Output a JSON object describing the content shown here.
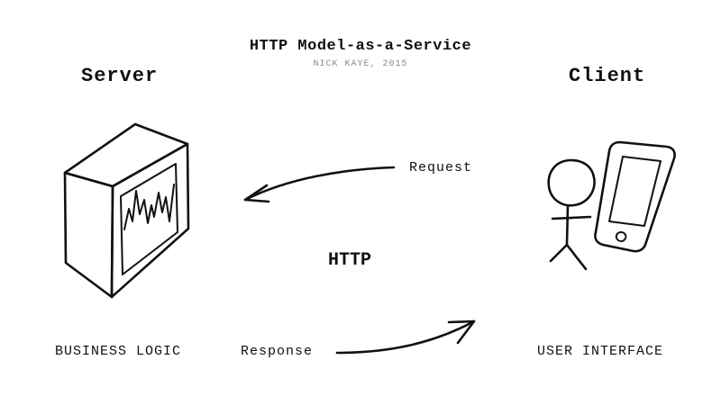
{
  "diagram": {
    "title": "HTTP Model-as-a-Service",
    "subtitle": "NICK KAYE, 2015",
    "server": {
      "heading": "Server",
      "caption": "BUSINESS LOGIC"
    },
    "client": {
      "heading": "Client",
      "caption": "USER INTERFACE"
    },
    "protocol": "HTTP",
    "request_label": "Request",
    "response_label": "Response"
  }
}
